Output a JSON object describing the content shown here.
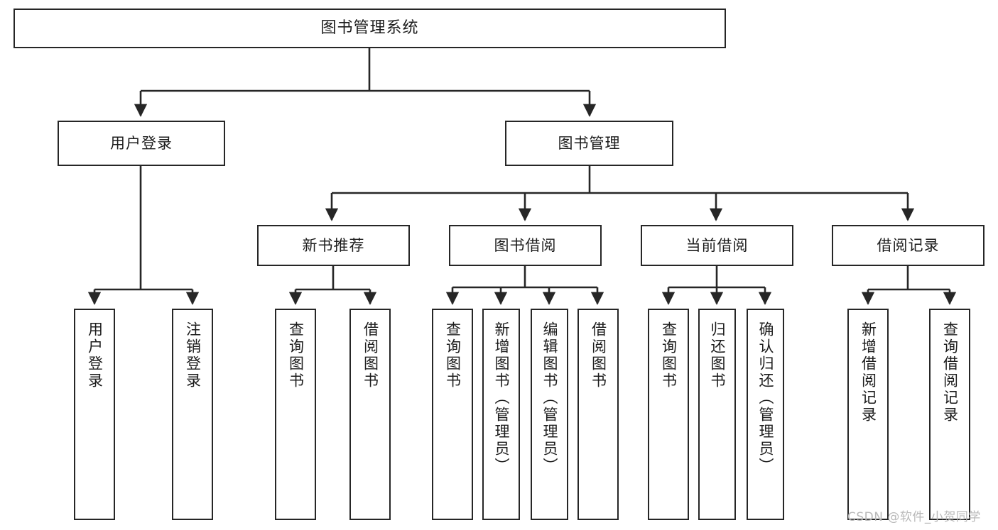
{
  "diagram": {
    "title": "图书管理系统",
    "type": "tree-hierarchy",
    "watermark": "CSDN @软件_小贺同学",
    "colors": {
      "box_border": "#262626",
      "box_fill": "#ffffff",
      "line": "#262626",
      "text": "#1c1c1c",
      "watermark": "#b9b9b9"
    },
    "nodes": {
      "root": {
        "label": "图书管理系统"
      },
      "level2": [
        {
          "id": "user-login",
          "label": "用户登录"
        },
        {
          "id": "book-manage",
          "label": "图书管理"
        }
      ],
      "level3": [
        {
          "id": "new-book-recommend",
          "label": "新书推荐"
        },
        {
          "id": "book-borrow",
          "label": "图书借阅"
        },
        {
          "id": "current-borrow",
          "label": "当前借阅"
        },
        {
          "id": "borrow-record",
          "label": "借阅记录"
        }
      ],
      "leaves": {
        "user_login": [
          {
            "id": "leaf-user-login",
            "label": "用户登录"
          },
          {
            "id": "leaf-user-logout",
            "label": "注销登录"
          }
        ],
        "new_book_recommend": [
          {
            "id": "leaf-query-book-1",
            "label": "查询图书"
          },
          {
            "id": "leaf-borrow-book-1",
            "label": "借阅图书"
          }
        ],
        "book_borrow": [
          {
            "id": "leaf-query-book-2",
            "label": "查询图书"
          },
          {
            "id": "leaf-add-book",
            "label": "新增图书（管理员）"
          },
          {
            "id": "leaf-edit-book",
            "label": "编辑图书（管理员）"
          },
          {
            "id": "leaf-borrow-book-2",
            "label": "借阅图书"
          }
        ],
        "current_borrow": [
          {
            "id": "leaf-query-book-3",
            "label": "查询图书"
          },
          {
            "id": "leaf-return-book",
            "label": "归还图书"
          },
          {
            "id": "leaf-confirm-return",
            "label": "确认归还（管理员）"
          }
        ],
        "borrow_record": [
          {
            "id": "leaf-add-record",
            "label": "新增借阅记录"
          },
          {
            "id": "leaf-query-record",
            "label": "查询借阅记录"
          }
        ]
      }
    },
    "edges": [
      {
        "from": "图书管理系统",
        "to": "用户登录"
      },
      {
        "from": "图书管理系统",
        "to": "图书管理"
      },
      {
        "from": "用户登录",
        "to": "用户登录"
      },
      {
        "from": "用户登录",
        "to": "注销登录"
      },
      {
        "from": "图书管理",
        "to": "新书推荐"
      },
      {
        "from": "图书管理",
        "to": "图书借阅"
      },
      {
        "from": "图书管理",
        "to": "当前借阅"
      },
      {
        "from": "图书管理",
        "to": "借阅记录"
      },
      {
        "from": "新书推荐",
        "to": "查询图书"
      },
      {
        "from": "新书推荐",
        "to": "借阅图书"
      },
      {
        "from": "图书借阅",
        "to": "查询图书"
      },
      {
        "from": "图书借阅",
        "to": "新增图书（管理员）"
      },
      {
        "from": "图书借阅",
        "to": "编辑图书（管理员）"
      },
      {
        "from": "图书借阅",
        "to": "借阅图书"
      },
      {
        "from": "当前借阅",
        "to": "查询图书"
      },
      {
        "from": "当前借阅",
        "to": "归还图书"
      },
      {
        "from": "当前借阅",
        "to": "确认归还（管理员）"
      },
      {
        "from": "借阅记录",
        "to": "新增借阅记录"
      },
      {
        "from": "借阅记录",
        "to": "查询借阅记录"
      }
    ]
  }
}
